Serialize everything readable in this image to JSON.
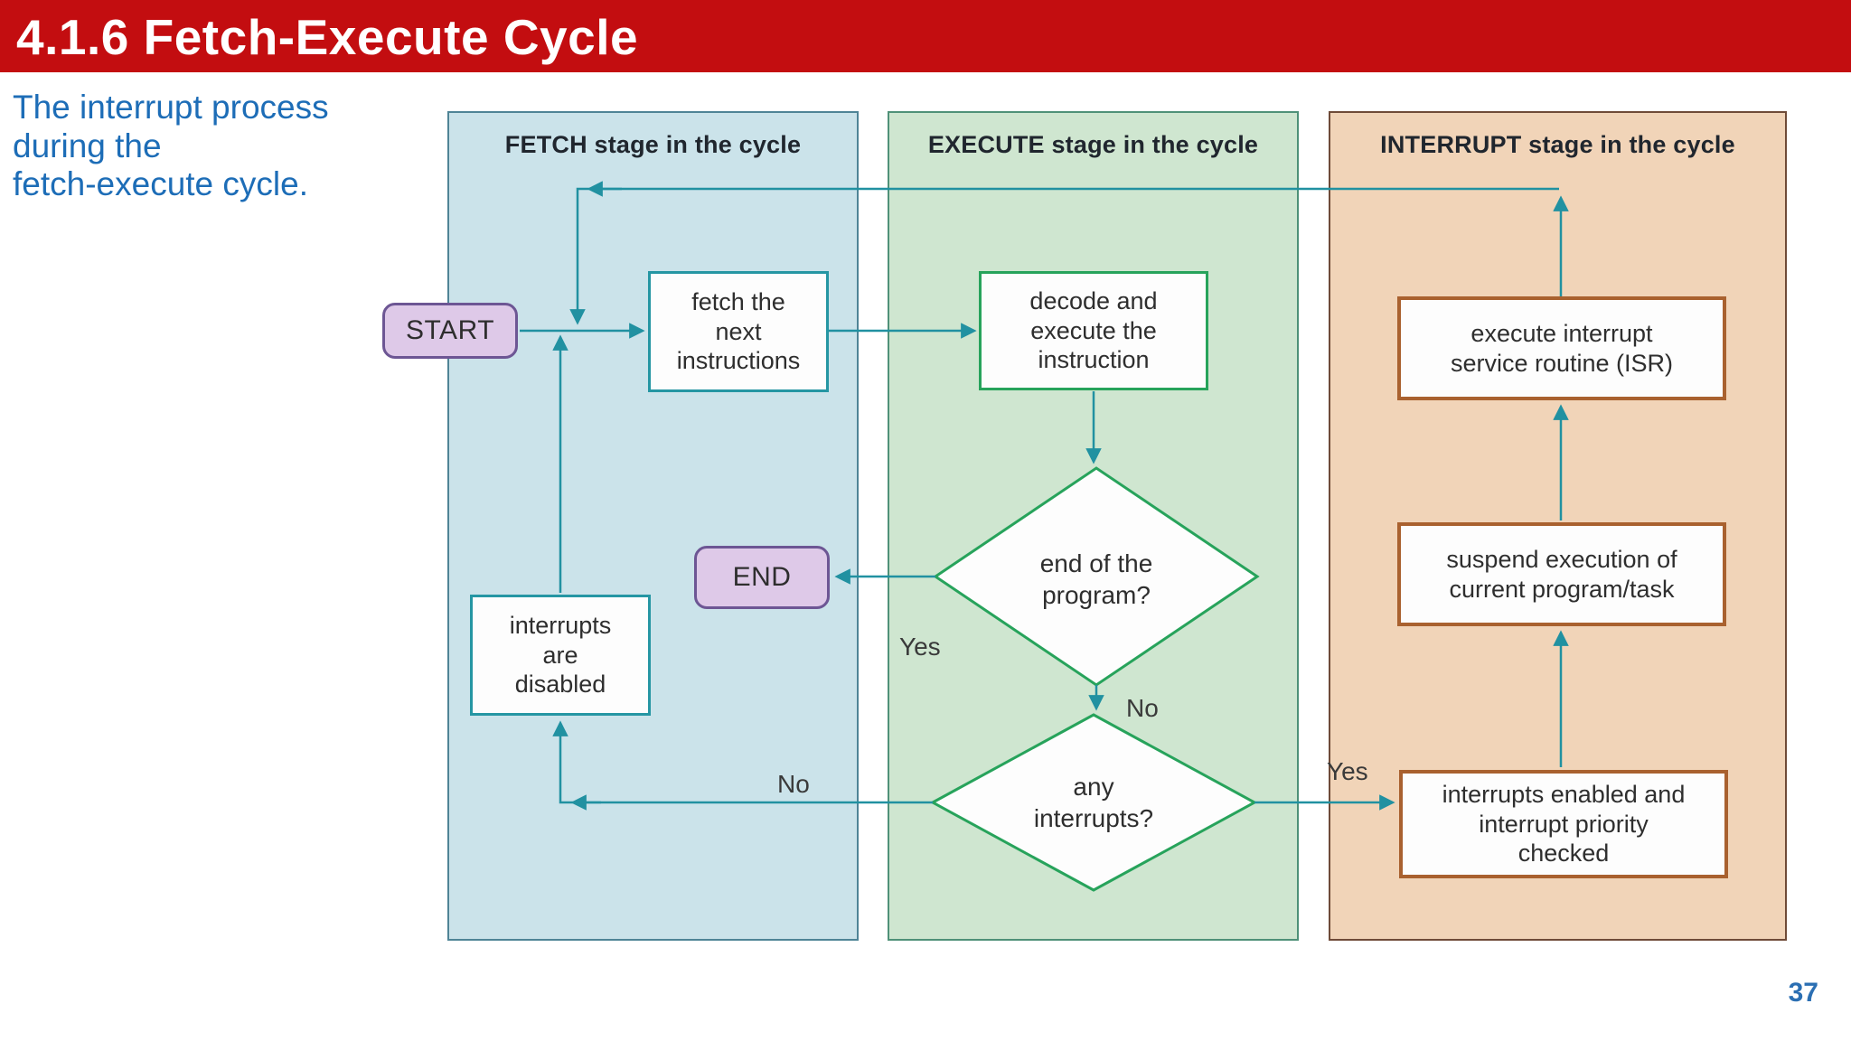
{
  "slide": {
    "title": "4.1.6 Fetch-Execute Cycle",
    "caption": "The interrupt process\nduring the\nfetch-execute cycle.",
    "page_number": "37"
  },
  "colors": {
    "header_red": "#c30d10",
    "caption_blue": "#1d6db7",
    "page_number_blue": "#2b6fb3",
    "arrow_teal": "#2191a1",
    "fetch_panel_fill": "#cbe3ea",
    "fetch_panel_border": "#4f8496",
    "execute_panel_fill": "#cfe6d0",
    "execute_panel_border": "#4f9178",
    "interrupt_panel_fill": "#f1d4b8",
    "interrupt_panel_border": "#6f4b38",
    "process_box_fill": "#fdfdfd",
    "fetch_box_border": "#2596a3",
    "execute_box_border": "#27a35b",
    "interrupt_box_border": "#a9612f",
    "terminator_fill": "#dec9e8",
    "terminator_border": "#6d5694"
  },
  "diagram": {
    "panels": [
      {
        "id": "fetch",
        "label": "FETCH stage in the cycle"
      },
      {
        "id": "execute",
        "label": "EXECUTE stage in the cycle"
      },
      {
        "id": "interrupt",
        "label": "INTERRUPT stage in the cycle"
      }
    ],
    "nodes": {
      "start": {
        "type": "terminator",
        "label": "START"
      },
      "fetch_next": {
        "type": "process",
        "label": "fetch the\nnext\ninstructions"
      },
      "decode": {
        "type": "process",
        "label": "decode and\nexecute the\ninstruction"
      },
      "end_of_program": {
        "type": "decision",
        "label": "end of the\nprogram?"
      },
      "end": {
        "type": "terminator",
        "label": "END"
      },
      "interrupts_disabled": {
        "type": "process",
        "label": "interrupts\nare\ndisabled"
      },
      "any_interrupts": {
        "type": "decision",
        "label": "any\ninterrupts?"
      },
      "isr": {
        "type": "process",
        "label": "execute interrupt\nservice routine (ISR)"
      },
      "suspend": {
        "type": "process",
        "label": "suspend execution of\ncurrent program/task"
      },
      "int_enabled": {
        "type": "process",
        "label": "interrupts enabled and\ninterrupt priority\nchecked"
      }
    },
    "edge_labels": {
      "end_yes": "Yes",
      "end_no": "No",
      "any_no": "No",
      "any_yes": "Yes"
    },
    "edges": [
      {
        "from": "start",
        "to": "fetch_next"
      },
      {
        "from": "fetch_next",
        "to": "decode"
      },
      {
        "from": "decode",
        "to": "end_of_program"
      },
      {
        "from": "end_of_program",
        "to": "end",
        "label": "Yes"
      },
      {
        "from": "end_of_program",
        "to": "any_interrupts",
        "label": "No"
      },
      {
        "from": "any_interrupts",
        "to": "interrupts_disabled",
        "label": "No"
      },
      {
        "from": "any_interrupts",
        "to": "int_enabled",
        "label": "Yes"
      },
      {
        "from": "int_enabled",
        "to": "suspend"
      },
      {
        "from": "suspend",
        "to": "isr"
      },
      {
        "from": "isr",
        "to": "fetch_next"
      },
      {
        "from": "interrupts_disabled",
        "to": "fetch_next"
      }
    ]
  }
}
